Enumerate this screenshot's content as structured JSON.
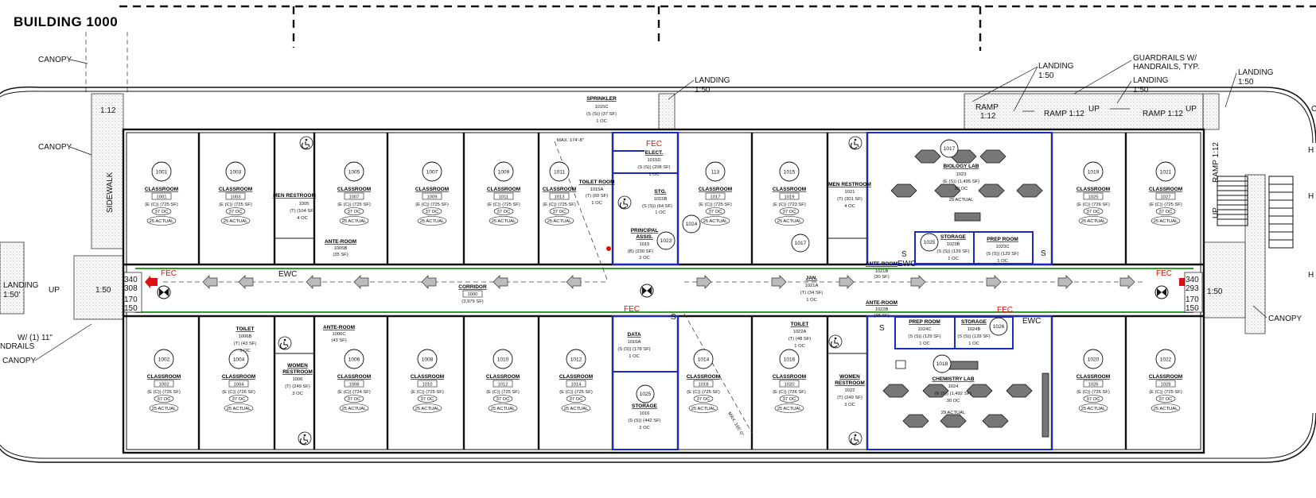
{
  "building_title": "BUILDING 1000",
  "site_labels": {
    "canopy": "CANOPY",
    "sidewalk": "SIDEWALK",
    "landing": "LANDING",
    "landing_slope": "1:50",
    "slope_112": "1:12",
    "ramp": "RAMP",
    "ramp_112": "RAMP 1:12",
    "up": "UP",
    "guardrails": "GUARDRAILS W/",
    "handrails_typ": "HANDRAILS, TYP.",
    "landing_left": "LANDING",
    "landing_left_slope": "1:50'",
    "w11": "W/ (1) 11\"",
    "handrails": "NDRAILS",
    "c_fragment": "C",
    "h_fragment": "H",
    "max_left": "MAX. 174'-8\"",
    "max_right": "MAX. 165'-0\""
  },
  "fixtures": {
    "fec": "FEC",
    "ewc": "EWC",
    "s": "S"
  },
  "corridor": {
    "name": "CORRIDOR",
    "number": "1000",
    "area": "(3,979 SF)"
  },
  "door_tags": {
    "left": [
      "340",
      "308",
      "170",
      "150"
    ],
    "right": [
      "340",
      "293",
      "170",
      "150"
    ]
  },
  "rooms_north": [
    {
      "bubble": "1001",
      "name": "CLASSROOM",
      "number": "1001",
      "area": "(E (C)) (725 SF)",
      "oc": "37 OC",
      "actual": "25 ACTUAL"
    },
    {
      "bubble": "1003",
      "name": "CLASSROOM",
      "number": "1003",
      "area": "(E (C)) (725 SF)",
      "oc": "37 OC",
      "actual": "25 ACTUAL"
    },
    {
      "bubble": "1005",
      "name": "CLASSROOM",
      "number": "1007",
      "area": "(E (C)) (725 SF)",
      "oc": "37 OC",
      "actual": "25 ACTUAL"
    },
    {
      "bubble": "1007",
      "name": "CLASSROOM",
      "number": "1009",
      "area": "(E (C)) (725 SF)",
      "oc": "37 OC",
      "actual": "25 ACTUAL"
    },
    {
      "bubble": "1009",
      "name": "CLASSROOM",
      "number": "1011",
      "area": "(E (C)) (725 SF)",
      "oc": "37 OC",
      "actual": "25 ACTUAL"
    },
    {
      "bubble": "1011",
      "name": "CLASSROOM",
      "number": "1013",
      "area": "(E (C)) (725 SF)",
      "oc": "37 OC",
      "actual": "25 ACTUAL"
    },
    {
      "bubble": "113",
      "name": "CLASSROOM",
      "number": "1017",
      "area": "(E (C)) (725 SF)",
      "oc": "37 OC",
      "actual": "25 ACTUAL"
    },
    {
      "bubble": "1015",
      "name": "CLASSROOM",
      "number": "1019",
      "area": "(E (C)) (723 SF)",
      "oc": "37 OC",
      "actual": "25 ACTUAL"
    },
    {
      "bubble": "1019",
      "name": "CLASSROOM",
      "number": "1025",
      "area": "(E (C)) (726 SF)",
      "oc": "37 OC",
      "actual": "25 ACTUAL"
    },
    {
      "bubble": "1021",
      "name": "CLASSROOM",
      "number": "1027",
      "area": "(E (C)) (725 SF)",
      "oc": "37 OC",
      "actual": "25 ACTUAL"
    }
  ],
  "rooms_south": [
    {
      "bubble": "1002",
      "name": "CLASSROOM",
      "number": "1002",
      "area": "(E (C)) (726 SF)",
      "oc": "37 OC",
      "actual": "25 ACTUAL"
    },
    {
      "bubble": "1004",
      "name": "CLASSROOM",
      "number": "1004",
      "area": "(E (C)) (726 SF)",
      "oc": "37 OC",
      "actual": "25 ACTUAL"
    },
    {
      "bubble": "1006",
      "name": "CLASSROOM",
      "number": "1008",
      "area": "(E (C)) (724 SF)",
      "oc": "37 OC",
      "actual": "25 ACTUAL"
    },
    {
      "bubble": "1008",
      "name": "CLASSROOM",
      "number": "1010",
      "area": "(E (C)) (725 SF)",
      "oc": "37 OC",
      "actual": "25 ACTUAL"
    },
    {
      "bubble": "1010",
      "name": "CLASSROOM",
      "number": "1012",
      "area": "(E (C)) (725 SF)",
      "oc": "37 OC",
      "actual": "25 ACTUAL"
    },
    {
      "bubble": "1012",
      "name": "CLASSROOM",
      "number": "1014",
      "area": "(E (C)) (725 SF)",
      "oc": "37 OC",
      "actual": "25 ACTUAL"
    },
    {
      "bubble": "1014",
      "name": "CLASSROOM",
      "number": "1018",
      "area": "(E (C)) (725 SF)",
      "oc": "37 OC",
      "actual": "25 ACTUAL"
    },
    {
      "bubble": "1016",
      "name": "CLASSROOM",
      "number": "1020",
      "area": "(E (C)) (726 SF)",
      "oc": "37 OC",
      "actual": "25 ACTUAL"
    },
    {
      "bubble": "1020",
      "name": "CLASSROOM",
      "number": "1026",
      "area": "(E (C)) (726 SF)",
      "oc": "37 OC",
      "actual": "25 ACTUAL"
    },
    {
      "bubble": "1022",
      "name": "CLASSROOM",
      "number": "1028",
      "area": "(E (C)) (725 SF)",
      "oc": "37 OC",
      "actual": "25 ACTUAL"
    }
  ],
  "small_rooms": {
    "men_restroom_1": {
      "name": "MEN RESTROOM",
      "number": "1005",
      "area": "(T) (104 SF)",
      "oc": "4 OC"
    },
    "ante_room_1": {
      "name": "ANTE-ROOM",
      "number": "1005B",
      "area": "(35 SF)"
    },
    "sprinkler": {
      "name": "SPRINKLER",
      "number": "1015C",
      "area": "(S (S)) (37 SF)",
      "oc": "1 OC"
    },
    "elect": {
      "name": "ELECT.",
      "number": "1015D",
      "area": "(S (S)) (208 SF)",
      "oc": "1 OC"
    },
    "toilet_room": {
      "name": "TOILET ROOM",
      "number": "1015A",
      "area": "(T) (60 SF)",
      "oc": "1 OC"
    },
    "stg": {
      "name": "STG.",
      "number": "1015B",
      "area": "(S (S)) (64 SF)",
      "oc": "1 OC"
    },
    "principal": {
      "name": "PRINCIPAL",
      "name2": "ASSIS.",
      "number": "1015",
      "area": "(B) (230 SF)",
      "oc": "2 OC"
    },
    "men_restroom_2": {
      "name": "MEN RESTROOM",
      "number": "1021",
      "area": "(T) (301 SF)",
      "oc": "4 OC"
    },
    "ante_room_2": {
      "name": "ANTE-ROOM",
      "number": "1021B",
      "area": "(30 SF)"
    },
    "jan": {
      "name": "JAN.",
      "number": "1021A",
      "area": "(T) (34 SF)",
      "oc": "1 OC"
    },
    "biology_lab": {
      "name": "BIOLOGY LAB",
      "number": "1023",
      "area": "(E (S)) (1,495 SF)",
      "oc": "30 OC",
      "actual": "29 ACTUAL"
    },
    "storage_1": {
      "name": "STORAGE",
      "number": "1023B",
      "area": "(S (S)) (129 SF)",
      "oc": "1 OC"
    },
    "prep_room_1": {
      "name": "PREP ROOM",
      "number": "1023C",
      "area": "(S (S)) (129 SF)",
      "oc": "1 OC"
    },
    "toilet": {
      "name": "TOILET",
      "number": "1006B",
      "area": "(T) (43 SF)",
      "oc": "1 OC"
    },
    "ante_room_3": {
      "name": "ANTE-ROOM",
      "number": "1006C",
      "area": "(43 SF)"
    },
    "women_restroom_1": {
      "name": "WOMEN",
      "name2": "RESTROOM",
      "number": "1006",
      "area": "(T) (249 SF)",
      "oc": "3 OC"
    },
    "data": {
      "name": "DATA",
      "number": "1016A",
      "area": "(S (S)) (178 SF)",
      "oc": "1 OC"
    },
    "storage_2": {
      "name": "STORAGE",
      "number": "1016",
      "area": "(S (S)) (442 SF)",
      "oc": "2 OC"
    },
    "toilet_2": {
      "name": "TOILET",
      "number": "1022A",
      "area": "(T) (48 SF)",
      "oc": "1 OC"
    },
    "women_restroom_2": {
      "name": "WOMEN",
      "name2": "RESTROOM",
      "number": "1022",
      "area": "(T) (249 SF)",
      "oc": "3 OC"
    },
    "ante_room_4": {
      "name": "ANTE-ROOM",
      "number": "1022B",
      "area": "(38 SF)"
    },
    "prep_room_2": {
      "name": "PREP ROOM",
      "number": "1024C",
      "area": "(S (S)) (129 SF)",
      "oc": "1 OC"
    },
    "storage_3": {
      "name": "STORAGE",
      "number": "1024B",
      "area": "(S (S)) (129 SF)",
      "oc": "1 OC"
    },
    "chemistry_lab": {
      "name": "CHEMISTRY LAB",
      "number": "1024",
      "area": "(E (S)) (1,492 SF)",
      "oc": "30 OC",
      "actual": "29 ACTUAL"
    }
  },
  "bubbles": {
    "b1017": "1017",
    "b1017b": "1017",
    "b1023": "1023",
    "b1024": "1024",
    "b1025": "1025",
    "b1025b": "1025",
    "b1026": "1026",
    "b1018": "1018"
  }
}
